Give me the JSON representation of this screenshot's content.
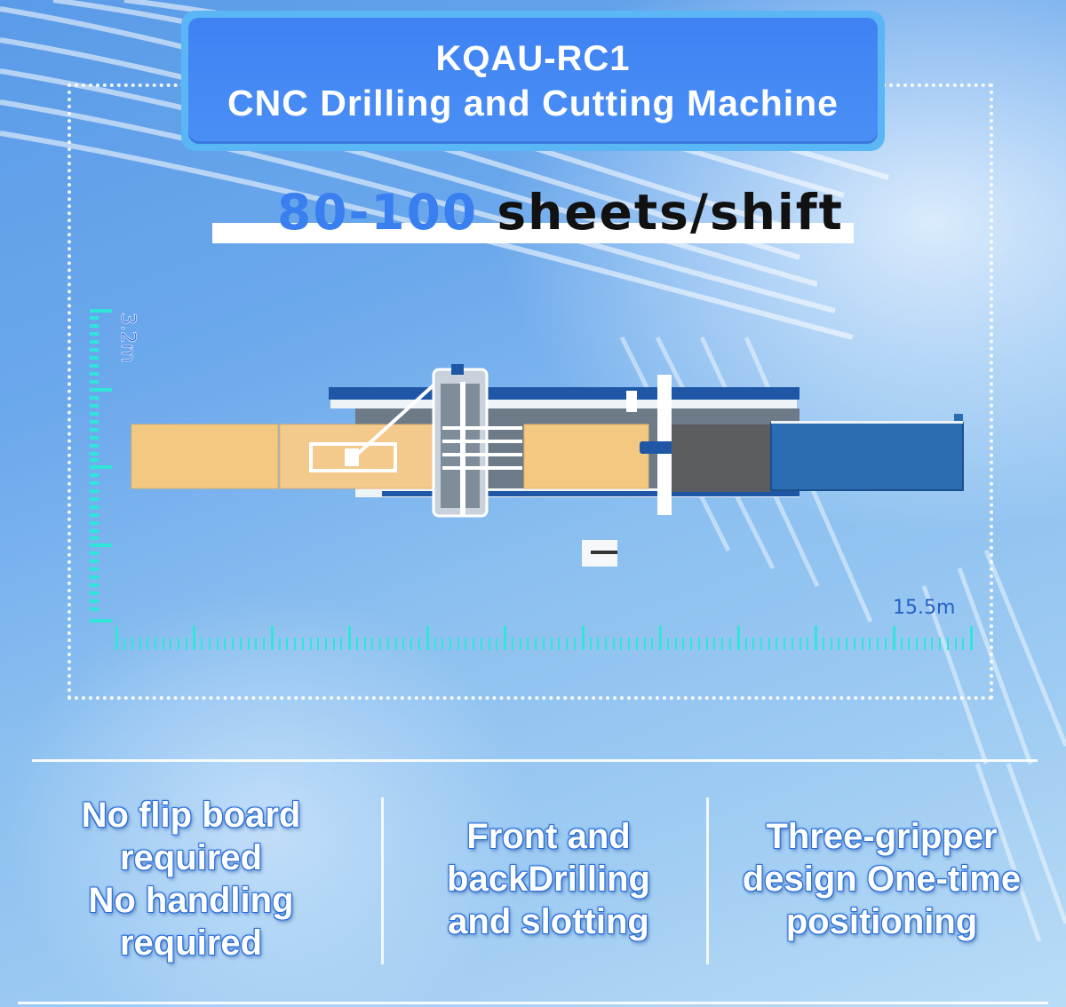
{
  "header": {
    "model": "KQAU-RC1",
    "product_name": "CNC Drilling and Cutting Machine"
  },
  "capacity": {
    "range": "80-100",
    "unit": "sheets/shift"
  },
  "dimensions": {
    "width_label": "3.2m",
    "length_label": "15.5m"
  },
  "features": [
    {
      "text": "No flip board\nrequired\nNo handling\nrequired"
    },
    {
      "text": "Front and\nbackDrilling\nand slotting"
    },
    {
      "text": "Three-gripper\ndesign One-time\npositioning"
    }
  ],
  "colors": {
    "title_box": "#4a8ff5",
    "title_border": "#5bb6f6",
    "capacity_number": "#3a7ff0",
    "ruler": "#2fe6d8",
    "ruler_label": "#2660c8",
    "board_wood": "#f3c982",
    "conveyor_blue": "#2a6db3",
    "machine_frame": "#1f57a6"
  }
}
